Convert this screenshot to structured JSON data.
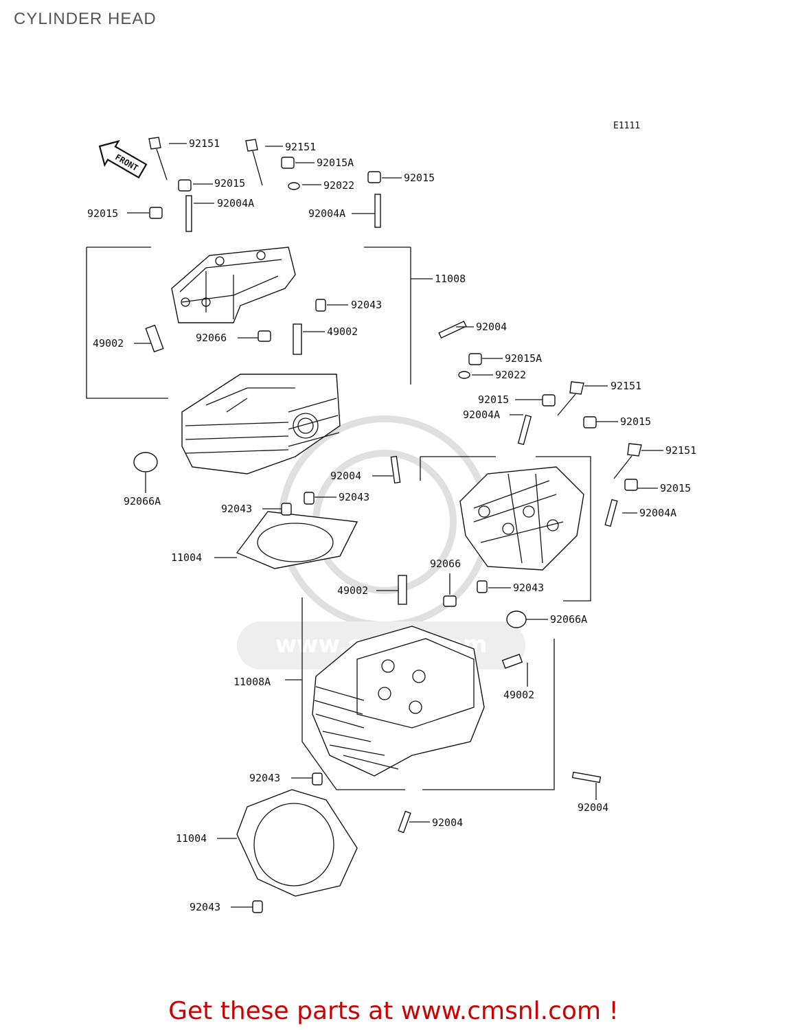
{
  "title": "CYLINDER HEAD",
  "diagram_code": "E1111",
  "front_label": "FRONT",
  "watermark_text": "www.cmsnl.com",
  "footer_text": "Get these parts at www.cmsnl.com !",
  "colors": {
    "footer": "#cc0000",
    "title": "#555555",
    "lines": "#111111"
  },
  "parts": [
    {
      "id": "92151"
    },
    {
      "id": "92151"
    },
    {
      "id": "92015A"
    },
    {
      "id": "92015"
    },
    {
      "id": "92022"
    },
    {
      "id": "92015"
    },
    {
      "id": "92004A"
    },
    {
      "id": "92004A"
    },
    {
      "id": "92015"
    },
    {
      "id": "11008"
    },
    {
      "id": "92043"
    },
    {
      "id": "92004"
    },
    {
      "id": "49002"
    },
    {
      "id": "92066"
    },
    {
      "id": "49002"
    },
    {
      "id": "92015A"
    },
    {
      "id": "92022"
    },
    {
      "id": "92151"
    },
    {
      "id": "92015"
    },
    {
      "id": "92015"
    },
    {
      "id": "92004A"
    },
    {
      "id": "92151"
    },
    {
      "id": "92015"
    },
    {
      "id": "92004A"
    },
    {
      "id": "92004"
    },
    {
      "id": "92043"
    },
    {
      "id": "92066A"
    },
    {
      "id": "92043"
    },
    {
      "id": "11004"
    },
    {
      "id": "92066"
    },
    {
      "id": "49002"
    },
    {
      "id": "92043"
    },
    {
      "id": "92066A"
    },
    {
      "id": "11008A"
    },
    {
      "id": "49002"
    },
    {
      "id": "92043"
    },
    {
      "id": "92004"
    },
    {
      "id": "11004"
    },
    {
      "id": "92004"
    },
    {
      "id": "92043"
    }
  ]
}
